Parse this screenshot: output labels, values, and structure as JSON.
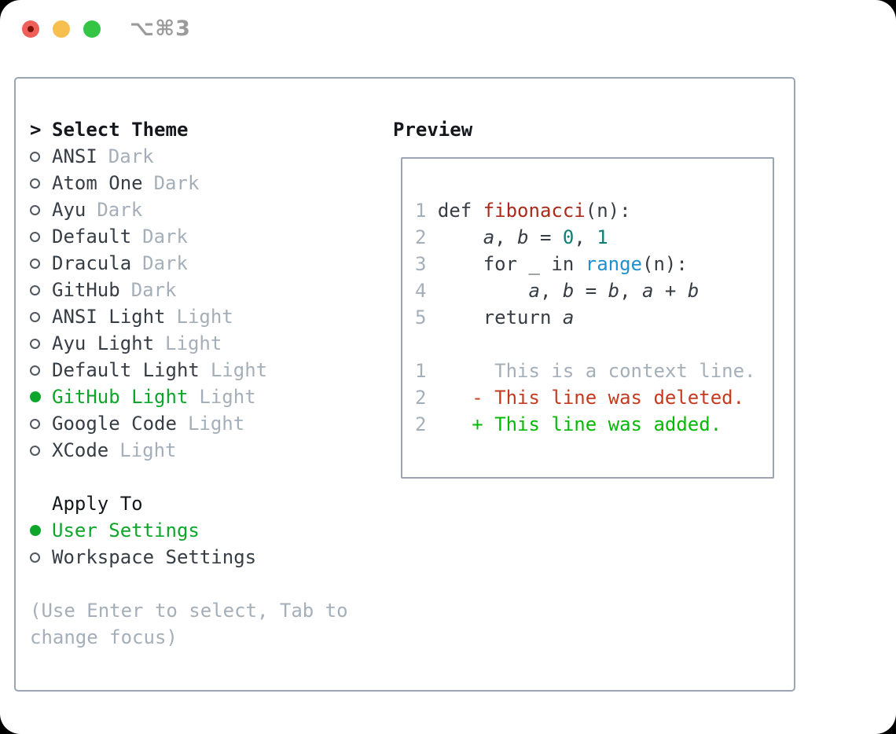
{
  "titlebar": {
    "shortcut": "⌥⌘3"
  },
  "theme_section": {
    "cursor": ">",
    "title": "Select Theme",
    "items": [
      {
        "label": "ANSI",
        "variant": "Dark",
        "selected": false
      },
      {
        "label": "Atom One",
        "variant": "Dark",
        "selected": false
      },
      {
        "label": "Ayu",
        "variant": "Dark",
        "selected": false
      },
      {
        "label": "Default",
        "variant": "Dark",
        "selected": false
      },
      {
        "label": "Dracula",
        "variant": "Dark",
        "selected": false
      },
      {
        "label": "GitHub",
        "variant": "Dark",
        "selected": false
      },
      {
        "label": "ANSI Light",
        "variant": "Light",
        "selected": false
      },
      {
        "label": "Ayu Light",
        "variant": "Light",
        "selected": false
      },
      {
        "label": "Default Light",
        "variant": "Light",
        "selected": false
      },
      {
        "label": "GitHub Light",
        "variant": "Light",
        "selected": true
      },
      {
        "label": "Google Code",
        "variant": "Light",
        "selected": false
      },
      {
        "label": "XCode",
        "variant": "Light",
        "selected": false
      }
    ]
  },
  "apply_section": {
    "title": "Apply To",
    "items": [
      {
        "label": "User Settings",
        "selected": true
      },
      {
        "label": "Workspace Settings",
        "selected": false
      }
    ]
  },
  "hint": "(Use Enter to select, Tab to change focus)",
  "preview": {
    "title": "Preview",
    "lines": [
      {
        "num": "1",
        "tokens": [
          {
            "t": "def ",
            "c": "p"
          },
          {
            "t": "fibonacci",
            "c": "f"
          },
          {
            "t": "(n):",
            "c": "p"
          }
        ]
      },
      {
        "num": "2",
        "tokens": [
          {
            "t": "    ",
            "c": "p"
          },
          {
            "t": "a",
            "c": "v"
          },
          {
            "t": ", ",
            "c": "p"
          },
          {
            "t": "b",
            "c": "v"
          },
          {
            "t": " = ",
            "c": "p"
          },
          {
            "t": "0",
            "c": "n"
          },
          {
            "t": ", ",
            "c": "p"
          },
          {
            "t": "1",
            "c": "n"
          }
        ]
      },
      {
        "num": "3",
        "tokens": [
          {
            "t": "    for _ in ",
            "c": "p"
          },
          {
            "t": "range",
            "c": "b"
          },
          {
            "t": "(n):",
            "c": "p"
          }
        ]
      },
      {
        "num": "4",
        "tokens": [
          {
            "t": "        ",
            "c": "p"
          },
          {
            "t": "a",
            "c": "v"
          },
          {
            "t": ", ",
            "c": "p"
          },
          {
            "t": "b",
            "c": "v"
          },
          {
            "t": " = ",
            "c": "p"
          },
          {
            "t": "b",
            "c": "v"
          },
          {
            "t": ", ",
            "c": "p"
          },
          {
            "t": "a",
            "c": "v"
          },
          {
            "t": " + ",
            "c": "p"
          },
          {
            "t": "b",
            "c": "v"
          }
        ]
      },
      {
        "num": "5",
        "tokens": [
          {
            "t": "    return ",
            "c": "p"
          },
          {
            "t": "a",
            "c": "v"
          }
        ]
      },
      {
        "num": "",
        "tokens": []
      },
      {
        "num": "1",
        "tokens": [
          {
            "t": "     This is a context line.",
            "c": "ctx"
          }
        ]
      },
      {
        "num": "2",
        "tokens": [
          {
            "t": "   - This line was deleted.",
            "c": "del"
          }
        ]
      },
      {
        "num": "2",
        "tokens": [
          {
            "t": "   + This line was added.",
            "c": "add"
          }
        ]
      }
    ]
  },
  "colors": {
    "window_bg": "#ffffff",
    "page_bg": "#000000",
    "border": "#9aa5b1",
    "text_primary": "#363d44",
    "text_heading": "#14181c",
    "text_muted": "#a5afb9",
    "radio_stroke": "#51585f",
    "accent_green": "#0ea62a",
    "diff_added": "#06b906",
    "diff_deleted": "#c63a20",
    "code_function": "#ac2a1a",
    "code_number": "#0e7e76",
    "code_builtin": "#2090d0",
    "line_number": "#a5afb9",
    "traffic_red": "#f0605a",
    "traffic_red_dot": "#7a1208",
    "traffic_yellow": "#f6bf4f",
    "traffic_green": "#32c546",
    "titlebar_text": "#9b9b9b"
  }
}
